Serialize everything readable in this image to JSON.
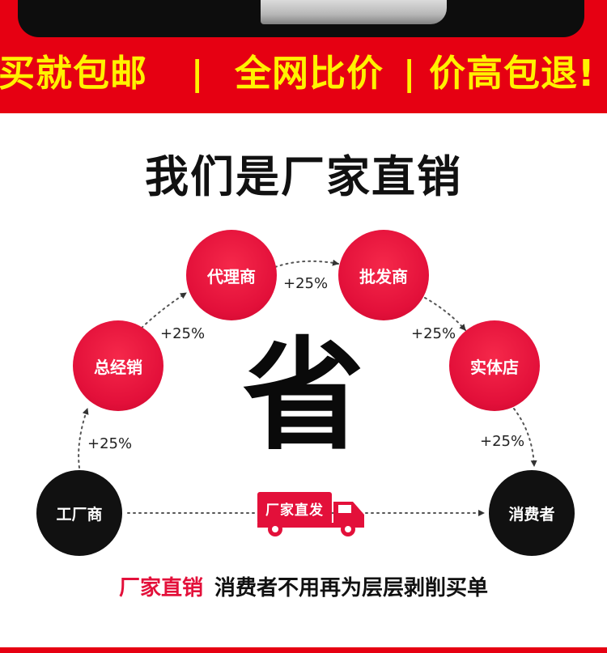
{
  "banner": {
    "slogan_1": "买就包邮",
    "sep_1": "|",
    "slogan_2": "全网比价",
    "sep_2": "|",
    "slogan_3": "价高包退!"
  },
  "headline": "我们是厂家直销",
  "flow": {
    "nodes": {
      "factory": "工厂商",
      "distributor": "总经销",
      "agent": "代理商",
      "wholesaler": "批发商",
      "store": "实体店",
      "consumer": "消费者"
    },
    "markups": {
      "factory_to_distributor": "+25%",
      "distributor_to_agent": "+25%",
      "agent_to_wholesaler": "+25%",
      "wholesaler_to_store": "+25%",
      "store_to_consumer": "+25%"
    },
    "center_char": "省",
    "truck_label": "厂家直发"
  },
  "footer": {
    "accent": "厂家直销",
    "text": "消费者不用再为层层剥削买单"
  },
  "colors": {
    "banner_red": "#e60012",
    "slogan_yellow": "#fff200",
    "node_red": "#e3103a",
    "node_black": "#111111"
  }
}
